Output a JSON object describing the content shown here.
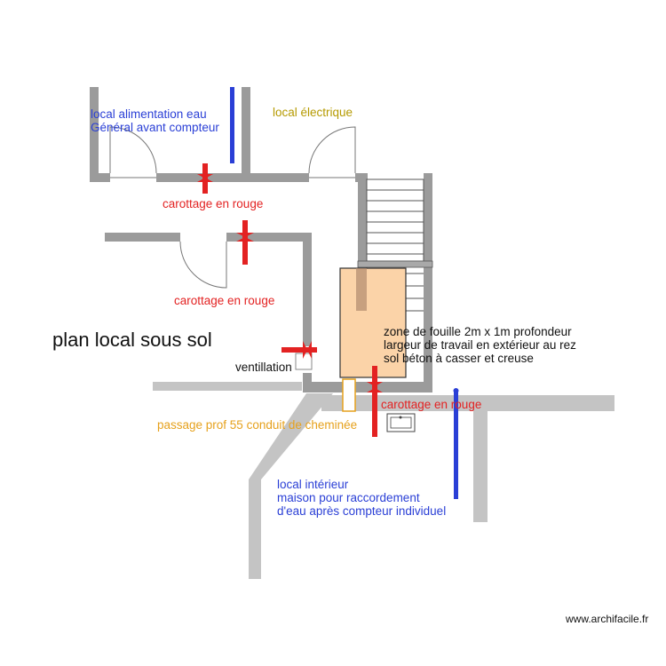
{
  "title": "plan local sous sol",
  "watermark": "www.archifacile.fr",
  "labels": {
    "water_supply": "local alimentation eau",
    "water_supply_2": "Général  avant compteur",
    "electrical": "local électrique",
    "coring_1": "carottage en rouge",
    "coring_2": "carottage en rouge",
    "coring_3": "carottage en rouge",
    "ventilation": "ventillation",
    "excavation_1": "zone de fouille  2m x 1m profondeur",
    "excavation_2": "largeur de travail  en extérieur au rez",
    "excavation_3": "sol béton à casser et creuse",
    "chimney": "passage prof 55 conduit de cheminée",
    "interior_1": "local intérieur",
    "interior_2": " maison pour raccordement",
    "interior_3": " d'eau après compteur individuel"
  },
  "colors": {
    "wall_dark": "#9b9b9b",
    "wall_light": "#c4c4c4",
    "coring_red": "#e32222",
    "water_pipe_blue": "#2a3fd6",
    "excavation_fill": "#fbd3a8",
    "chimney_orange": "#e6a11c"
  }
}
